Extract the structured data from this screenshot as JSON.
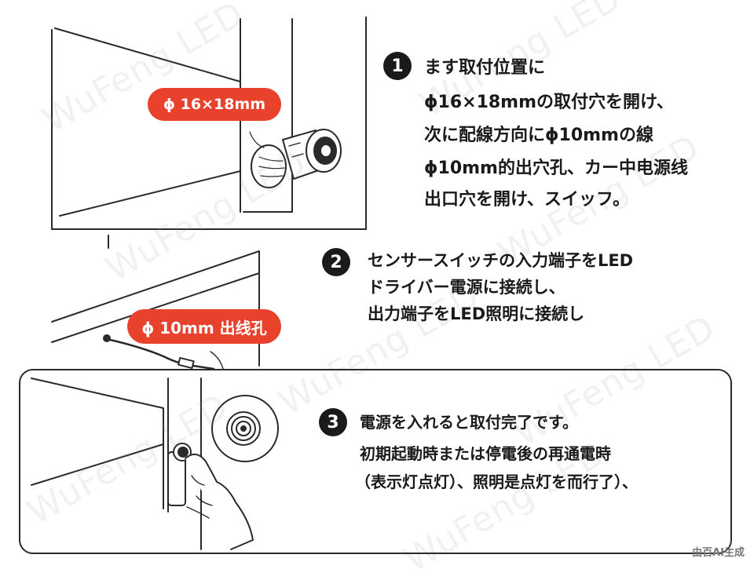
{
  "watermark": "WuFeng LED",
  "badges": {
    "corner": "由百AI生成"
  },
  "labels": {
    "hole_size": "ϕ 16×18mm",
    "wire_hole": "ϕ 10mm 出线孔"
  },
  "steps": [
    {
      "number": "1",
      "lines": [
        "ます取付位置に",
        "ϕ16×18mmの取付穴を開け、",
        "次に配線方向にϕ10mmの線",
        "ϕ10mm的出穴孔、カー中电源线",
        "出口穴を開け、スイッフ。"
      ]
    },
    {
      "number": "2",
      "lines": [
        "センサースイッチの入力端子をLED",
        "ドライバー電源に接続し、",
        "出力端子をLED照明に接続し"
      ]
    },
    {
      "number": "3",
      "lines": [
        "電源を入れると取付完了です。",
        "初期起動時または停電後の再通電時",
        "（表示灯点灯）、照明是点灯を而行了）、"
      ]
    }
  ],
  "colors": {
    "accent": "#e8412c",
    "text": "#1a1a1a",
    "line": "#2a2a2a"
  }
}
